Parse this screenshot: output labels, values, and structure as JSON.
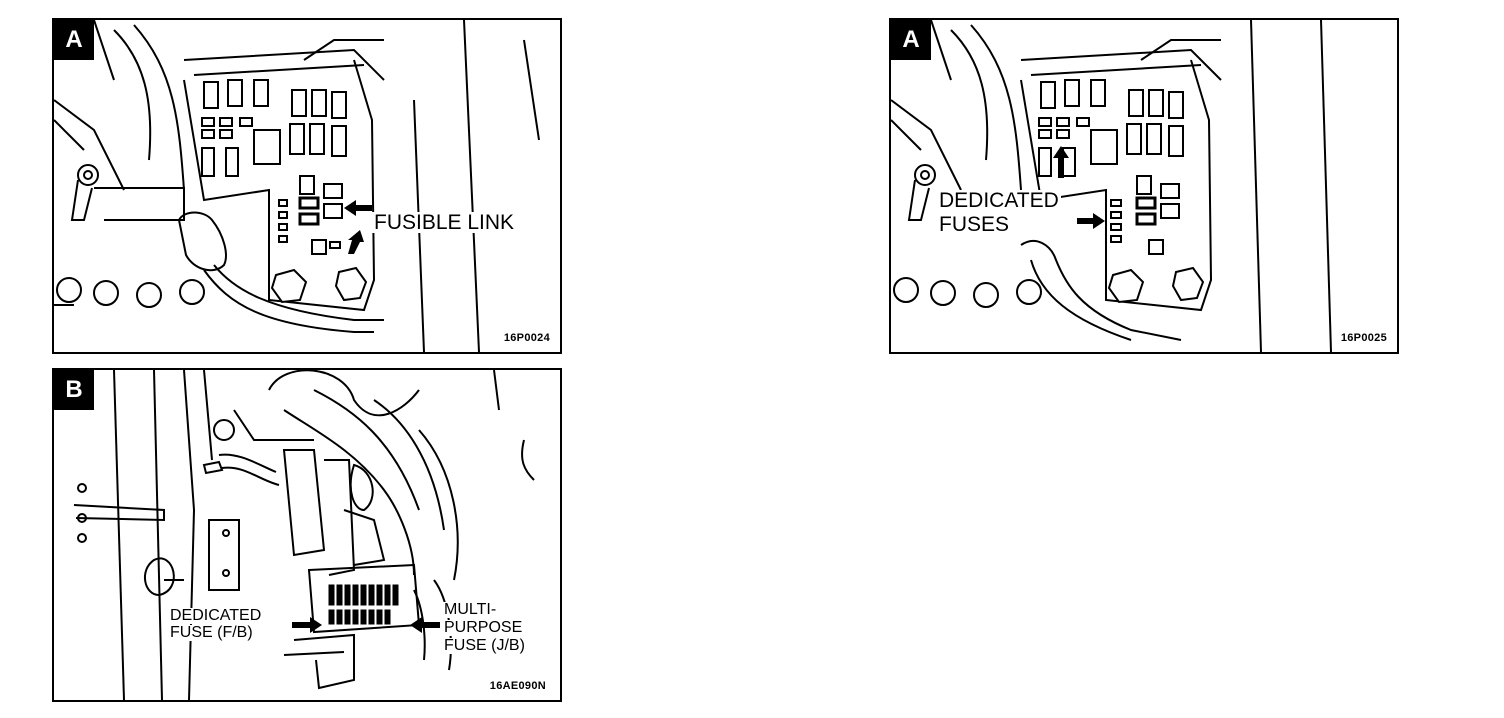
{
  "panels": [
    {
      "badge": "A",
      "callouts": [
        "FUSIBLE LINK"
      ],
      "code": "16P0024"
    },
    {
      "badge": "A",
      "callouts": [
        "DEDICATED",
        "FUSES"
      ],
      "code": "16P0025"
    },
    {
      "badge": "B",
      "callouts": [
        "DEDICATED",
        "FUSE (F/B)",
        "MULTI-",
        "PURPOSE",
        "FUSE (J/B)"
      ],
      "code": "16AE090N"
    }
  ]
}
